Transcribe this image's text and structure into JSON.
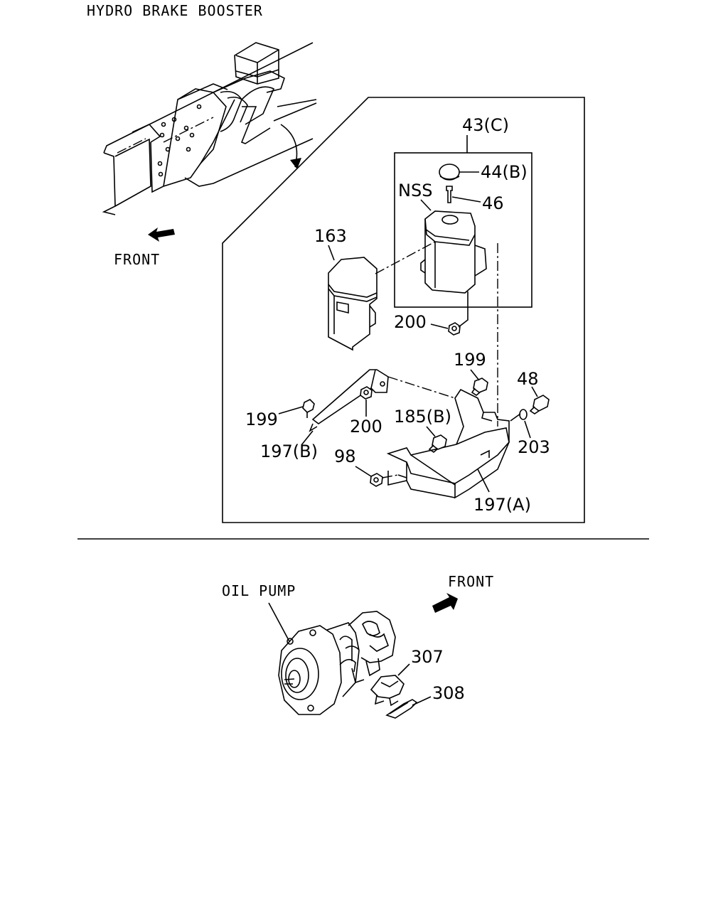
{
  "sections": {
    "top_title": "HYDRO BRAKE BOOSTER",
    "top_front": "FRONT",
    "bottom_title": "OIL PUMP",
    "bottom_front": "FRONT"
  },
  "callouts": {
    "c43": "43(C)",
    "c44": "44(B)",
    "cnss": "NSS",
    "c46": "46",
    "c163": "163",
    "c200a": "200",
    "c199a": "199",
    "c48": "48",
    "c199b": "199",
    "c200b": "200",
    "c185": "185(B)",
    "c203": "203",
    "c197b": "197(B)",
    "c98": "98",
    "c197a": "197(A)",
    "c307": "307",
    "c308": "308"
  }
}
